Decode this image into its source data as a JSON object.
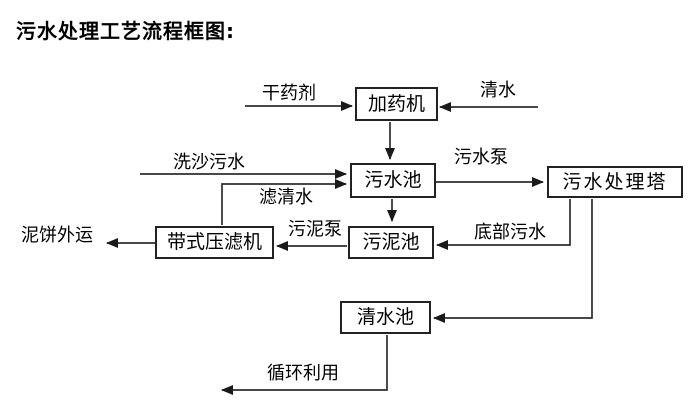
{
  "title": "污水处理工艺流程框图:",
  "diagram": {
    "nodes": {
      "dosing_machine": "加药机",
      "sewage_pool": "污水池",
      "treatment_tower": "污水处理塔",
      "sludge_pool": "污泥池",
      "belt_filter_press": "带式压滤机",
      "clean_water_pool": "清水池"
    },
    "flow_labels": {
      "dry_chemical": "干药剂",
      "clean_water": "清水",
      "sand_washing_sewage": "洗沙污水",
      "filtered_water": "滤清水",
      "sewage_pump": "污水泵",
      "sludge_pump": "污泥泵",
      "bottom_sewage": "底部污水",
      "mud_cake_outbound": "泥饼外运",
      "recycling": "循环利用"
    },
    "edges": [
      {
        "from": "external",
        "to": "dosing_machine",
        "label_key": "dry_chemical"
      },
      {
        "from": "external",
        "to": "dosing_machine",
        "label_key": "clean_water"
      },
      {
        "from": "dosing_machine",
        "to": "sewage_pool",
        "label_key": null
      },
      {
        "from": "external",
        "to": "sewage_pool",
        "label_key": "sand_washing_sewage"
      },
      {
        "from": "belt_filter_press",
        "to": "sewage_pool",
        "label_key": "filtered_water"
      },
      {
        "from": "sewage_pool",
        "to": "treatment_tower",
        "label_key": "sewage_pump"
      },
      {
        "from": "sewage_pool",
        "to": "sludge_pool",
        "label_key": null
      },
      {
        "from": "treatment_tower",
        "to": "sludge_pool",
        "label_key": "bottom_sewage"
      },
      {
        "from": "sludge_pool",
        "to": "belt_filter_press",
        "label_key": "sludge_pump"
      },
      {
        "from": "belt_filter_press",
        "to": "external",
        "label_key": "mud_cake_outbound"
      },
      {
        "from": "treatment_tower",
        "to": "clean_water_pool",
        "label_key": null
      },
      {
        "from": "clean_water_pool",
        "to": "external",
        "label_key": "recycling"
      }
    ],
    "colors": {
      "background": "#ffffff",
      "line": "#2e2e2e",
      "box_border": "#222222",
      "text": "#000000"
    }
  }
}
